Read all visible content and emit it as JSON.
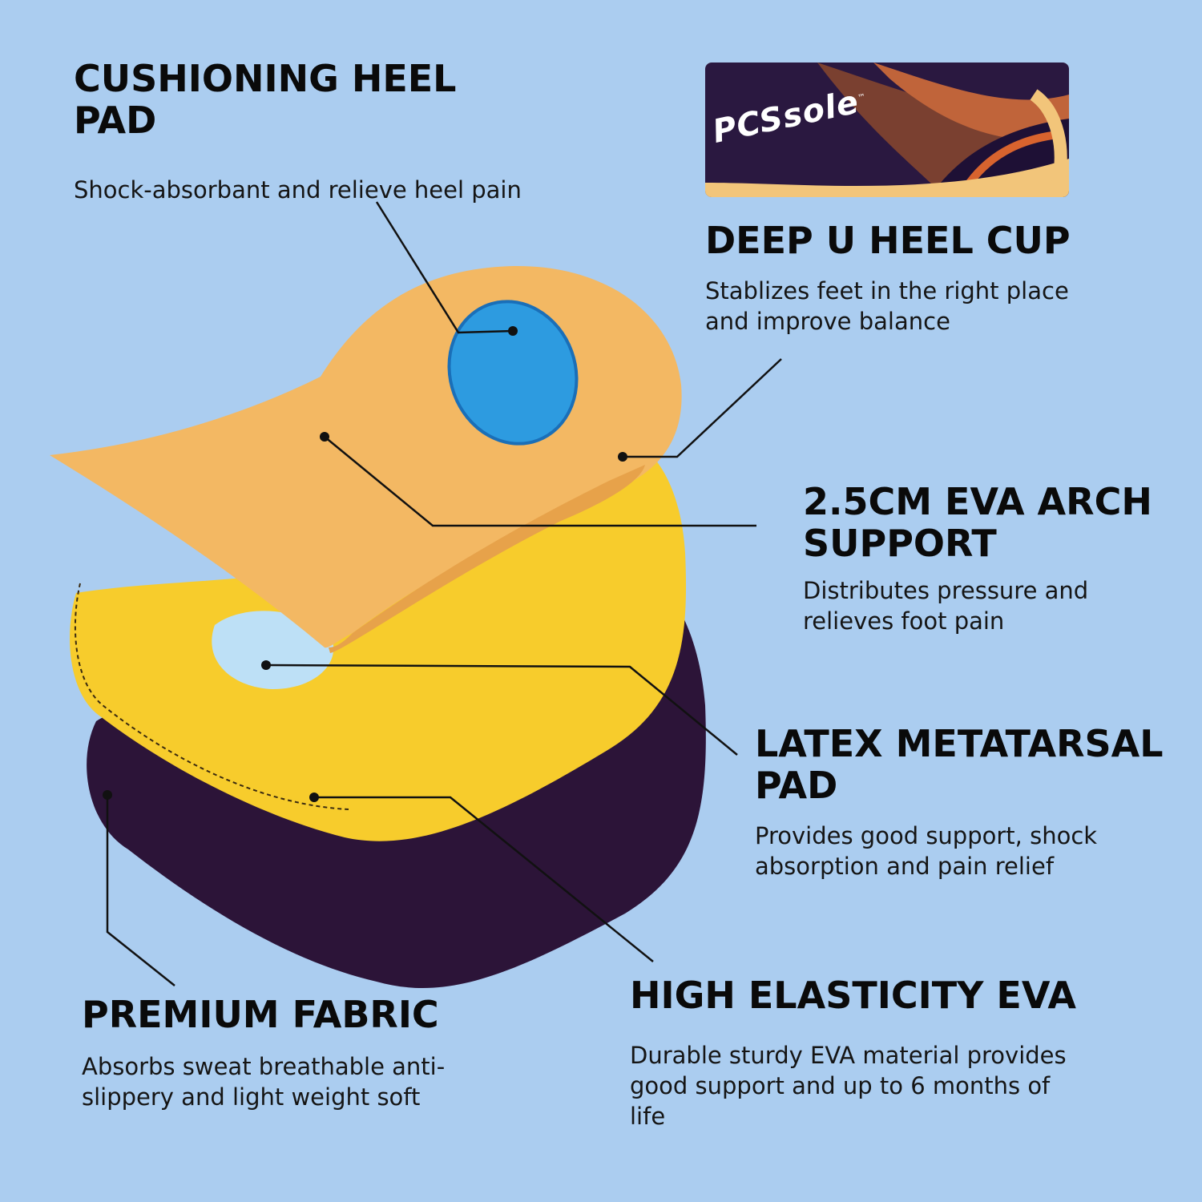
{
  "features": {
    "heel_pad": {
      "title": "CUSHIONING HEEL PAD",
      "description": "Shock-absorbant and relieve heel pain"
    },
    "heel_cup": {
      "title": "DEEP U HEEL CUP",
      "description": "Stablizes feet in the right place and improve balance"
    },
    "arch_support": {
      "title": "2.5CM EVA ARCH SUPPORT",
      "description": "Distributes pressure and relieves foot pain"
    },
    "metatarsal_pad": {
      "title": "LATEX METATARSAL PAD",
      "description": "Provides good support, shock absorption and pain relief"
    },
    "premium_fabric": {
      "title": "PREMIUM FABRIC",
      "description": "Absorbs sweat breathable anti-slippery and light weight soft"
    },
    "high_elasticity_eva": {
      "title": "HIGH ELASTICITY EVA",
      "description": "Durable sturdy EVA material provides good support and up to 6 months of life"
    }
  },
  "product_photo": {
    "logo_text": "PCSsole",
    "logo_mark": "™"
  },
  "colors": {
    "background": "#abcdf0",
    "top_layer": "#f3b863",
    "eva_layer": "#f7cc2c",
    "fabric_layer": "#2c1438",
    "heel_pad": "#2d9be0",
    "metatarsal_pad": "#bde0f6",
    "leader_line": "#111111"
  }
}
